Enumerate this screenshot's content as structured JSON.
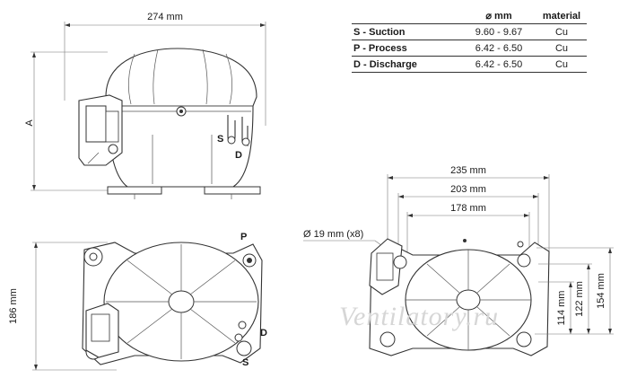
{
  "dimensions": {
    "width_top": "274 mm",
    "height_side": "A",
    "depth_side": "186 mm",
    "plate_outer": "235 mm",
    "plate_mid": "203 mm",
    "plate_inner": "178 mm",
    "hole": "Ø 19 mm (x8)",
    "height_114": "114 mm",
    "height_122": "122 mm",
    "height_154": "154 mm"
  },
  "port_labels": {
    "front_s": "S",
    "front_d": "D",
    "top_p": "P",
    "top_d": "D",
    "top_s": "S"
  },
  "spec_table": {
    "headers": [
      "",
      "⌀ mm",
      "material"
    ],
    "rows": [
      {
        "name": "S - Suction",
        "diameter": "9.60 - 9.67",
        "material": "Cu"
      },
      {
        "name": "P - Process",
        "diameter": "6.42 - 6.50",
        "material": "Cu"
      },
      {
        "name": "D - Discharge",
        "diameter": "6.42 - 6.50",
        "material": "Cu"
      }
    ]
  },
  "watermark": "Ventilatory.ru"
}
